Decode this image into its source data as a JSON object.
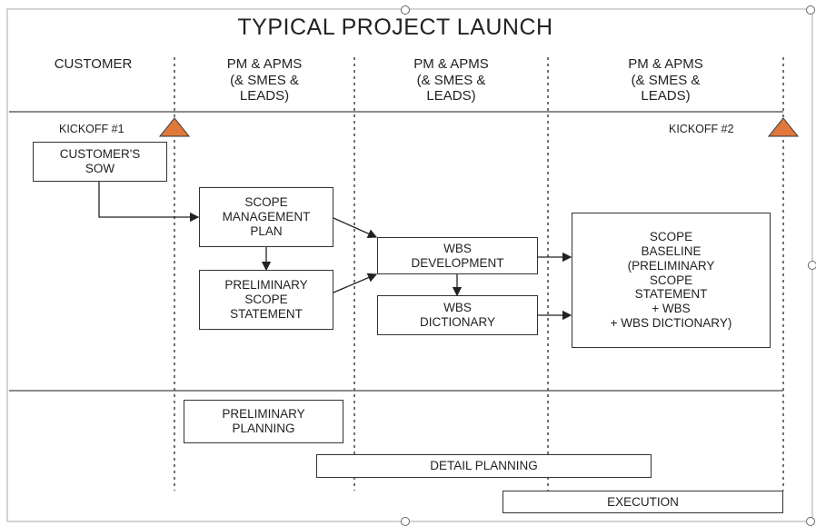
{
  "title": "TYPICAL PROJECT LAUNCH",
  "lanes": [
    {
      "label": "CUSTOMER"
    },
    {
      "label": "PM & APMS\n(& SMES &\nLEADS)"
    },
    {
      "label": "PM & APMS\n(& SMES &\nLEADS)"
    },
    {
      "label": "PM & APMS\n(& SMES &\nLEADS)"
    }
  ],
  "milestones": {
    "kickoff1": "KICKOFF #1",
    "kickoff2": "KICKOFF #2",
    "marker_color": "#e0783c"
  },
  "boxes": {
    "customers_sow": "CUSTOMER'S\nSOW",
    "scope_management_plan": "SCOPE\nMANAGEMENT\nPLAN",
    "preliminary_scope_statement": "PRELIMINARY\nSCOPE\nSTATEMENT",
    "wbs_development": "WBS\nDEVELOPMENT",
    "wbs_dictionary": "WBS\nDICTIONARY",
    "scope_baseline": "SCOPE\nBASELINE\n(PRELIMINARY\nSCOPE\nSTATEMENT\n+ WBS\n+ WBS DICTIONARY)"
  },
  "phases": {
    "preliminary_planning": "PRELIMINARY\nPLANNING",
    "detail_planning": "DETAIL PLANNING",
    "execution": "EXECUTION"
  }
}
